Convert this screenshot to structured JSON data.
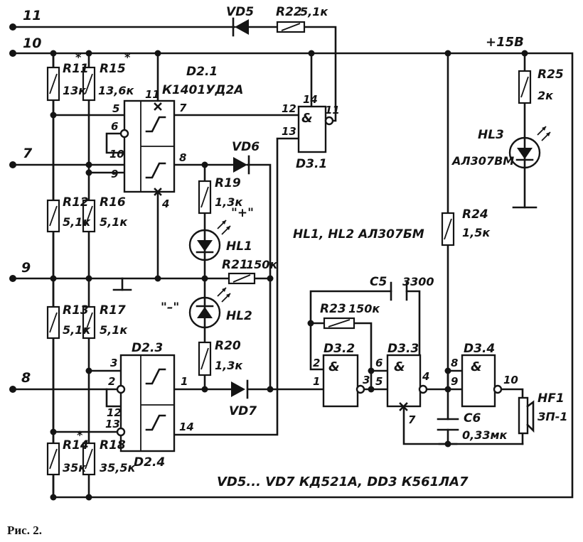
{
  "inputs": {
    "in11": "11",
    "in10": "10",
    "in7": "7",
    "in9": "9",
    "in8": "8"
  },
  "supply": "+15В",
  "chips": {
    "d21": {
      "name": "D2.1",
      "type": "К1401УД2А",
      "p11": "11",
      "p5": "5",
      "p6": "6",
      "p10": "10",
      "p9": "9",
      "p7": "7",
      "p8": "8",
      "p4": "4"
    },
    "d23": {
      "name": "D2.3",
      "p3": "3",
      "p2": "2",
      "p12": "12",
      "p13": "13",
      "p1": "1",
      "p14": "14"
    },
    "d24": {
      "name": "D2.4"
    },
    "d31": {
      "name": "D3.1",
      "sym": "&",
      "p14": "14",
      "p12": "12",
      "p13": "13",
      "p11": "11"
    },
    "d32": {
      "name": "D3.2",
      "sym": "&",
      "p2": "2",
      "p1": "1",
      "p3": "3"
    },
    "d33": {
      "name": "D3.3",
      "sym": "&",
      "p6": "6",
      "p5": "5",
      "p4": "4",
      "p7": "7"
    },
    "d34": {
      "name": "D3.4",
      "sym": "&",
      "p8": "8",
      "p9": "9",
      "p10": "10"
    }
  },
  "resistors": {
    "r11": {
      "name": "R11",
      "star": "*",
      "value": "13к"
    },
    "r15": {
      "name": "R15",
      "star": "*",
      "value": "13,6к"
    },
    "r12": {
      "name": "R12",
      "value": "5,1к"
    },
    "r16": {
      "name": "R16",
      "value": "5,1к"
    },
    "r13": {
      "name": "R13",
      "value": "5,1к"
    },
    "r17": {
      "name": "R17",
      "value": "5,1к"
    },
    "r14": {
      "name": "R14",
      "value": "35к"
    },
    "r18": {
      "name": "R18",
      "star": "*",
      "value": "35,5к"
    },
    "r19": {
      "name": "R19",
      "value": "1,3к"
    },
    "r20": {
      "name": "R20",
      "value": "1,3к"
    },
    "r21": {
      "name": "R21",
      "value": "150к"
    },
    "r22": {
      "name": "R22",
      "value": "5,1к"
    },
    "r23": {
      "name": "R23",
      "value": "150к"
    },
    "r24": {
      "name": "R24",
      "value": "1,5к"
    },
    "r25": {
      "name": "R25",
      "value": "2к"
    }
  },
  "diodes": {
    "vd5": "VD5",
    "vd6": "VD6",
    "vd7": "VD7"
  },
  "leds": {
    "hl1": {
      "name": "HL1",
      "mark": "\"+\""
    },
    "hl2": {
      "name": "HL2",
      "mark": "\"–\""
    },
    "hl3": {
      "name": "HL3",
      "type": "АЛ307ВМ"
    },
    "hl12_type": "HL1, HL2  АЛ307БМ"
  },
  "caps": {
    "c5": {
      "name": "C5",
      "value": "3300"
    },
    "c6": {
      "name": "C6",
      "value": "0,33мк"
    }
  },
  "buzzer": {
    "name": "HF1",
    "type": "ЗП-1"
  },
  "note": "VD5... VD7  КД521А, DD3  К561ЛА7",
  "caption": "Рис. 2."
}
